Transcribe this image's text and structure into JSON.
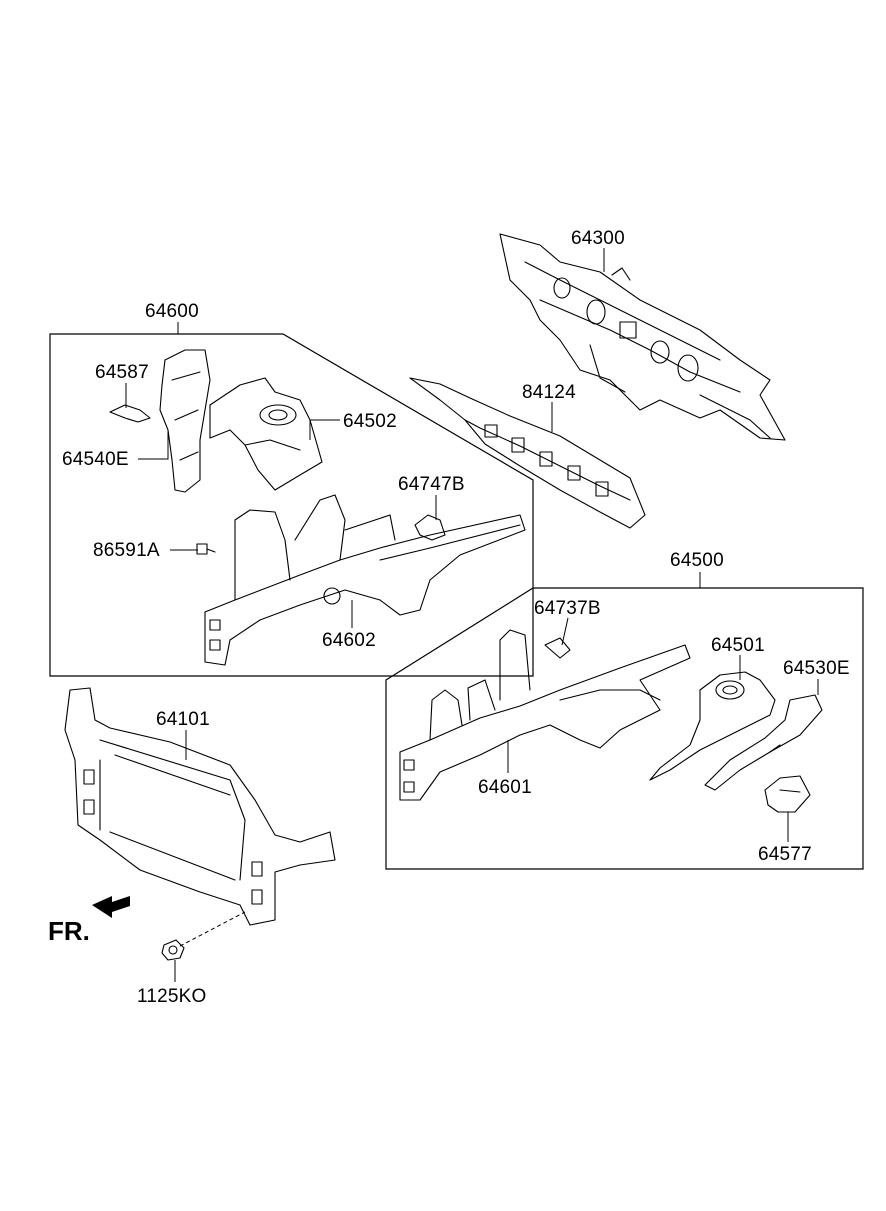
{
  "labels": {
    "p64300": "64300",
    "p64600": "64600",
    "p64587": "64587",
    "p64502": "64502",
    "p84124": "84124",
    "p64540E": "64540E",
    "p64747B": "64747B",
    "p86591A": "86591A",
    "p64602": "64602",
    "p64500": "64500",
    "p64737B": "64737B",
    "p64501": "64501",
    "p64530E": "64530E",
    "p64101": "64101",
    "p64601": "64601",
    "p64577": "64577",
    "p1125KO": "1125KO"
  },
  "front_marker": {
    "text": "FR.",
    "icon": "arrow-left-down-icon"
  }
}
